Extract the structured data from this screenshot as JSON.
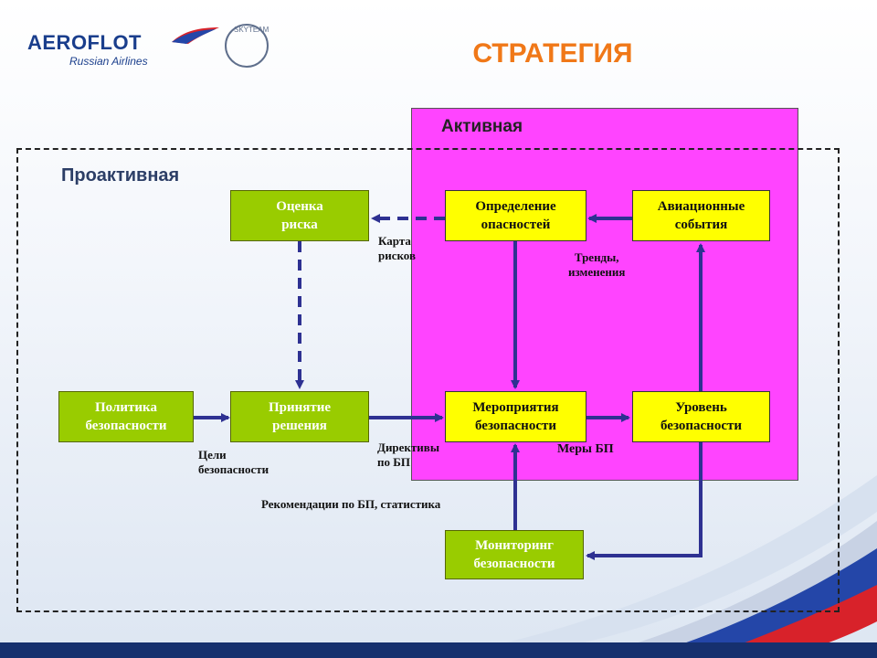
{
  "header": {
    "brand": "AEROFLOT",
    "brand_subtitle": "Russian Airlines",
    "alliance": "SKYTEAM",
    "title": "СТРАТЕГИЯ"
  },
  "regions": {
    "active": "Активная",
    "proactive": "Проактивная"
  },
  "nodes": {
    "risk_assessment": "Оценка\nриска",
    "hazard_identification": "Определение\nопасностей",
    "aviation_events": "Авиационные\nсобытия",
    "safety_policy": "Политика\nбезопасности",
    "decision_making": "Принятие\nрешения",
    "safety_measures": "Мероприятия\nбезопасности",
    "safety_level": "Уровень\nбезопасности",
    "safety_monitoring": "Мониторинг\nбезопасности"
  },
  "edge_labels": {
    "risk_map": "Карта\nрисков",
    "trends": "Тренды,\nизменения",
    "safety_goals": "Цели\nбезопасности",
    "directives": "Директивы\nпо БП",
    "measures": "Меры БП",
    "recommendations": "Рекомендации по БП, статистика"
  },
  "colors": {
    "title": "#f07818",
    "active_panel": "#ff44ff",
    "green_box": "#99cc00",
    "yellow_box": "#ffff00",
    "arrow": "#2e3192"
  }
}
